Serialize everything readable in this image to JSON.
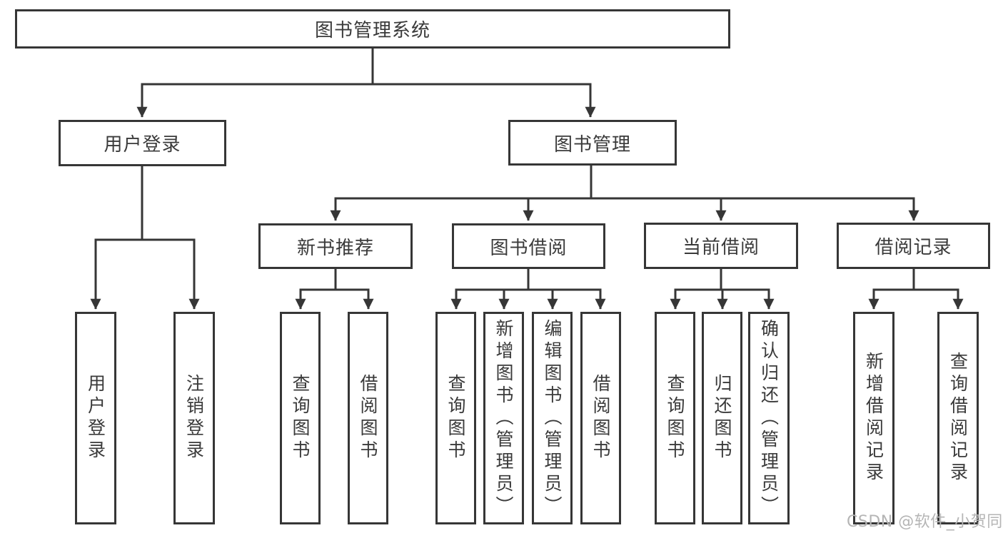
{
  "tree": {
    "root": {
      "label": "图书管理系统"
    },
    "level2": [
      {
        "name": "user-login",
        "label": "用户登录"
      },
      {
        "name": "book-management",
        "label": "图书管理"
      }
    ],
    "level3": [
      {
        "name": "new-book-recommend",
        "parent": "book-management",
        "label": "新书推荐"
      },
      {
        "name": "book-borrow",
        "parent": "book-management",
        "label": "图书借阅"
      },
      {
        "name": "current-borrow",
        "parent": "book-management",
        "label": "当前借阅"
      },
      {
        "name": "borrow-records",
        "parent": "book-management",
        "label": "借阅记录"
      }
    ],
    "leaves": [
      {
        "parent": "user-login",
        "label": "用户登录"
      },
      {
        "parent": "user-login",
        "label": "注销登录"
      },
      {
        "parent": "new-book-recommend",
        "label": "查询图书"
      },
      {
        "parent": "new-book-recommend",
        "label": "借阅图书"
      },
      {
        "parent": "book-borrow",
        "label": "查询图书"
      },
      {
        "parent": "book-borrow",
        "label": "新增图书（管理员）"
      },
      {
        "parent": "book-borrow",
        "label": "编辑图书（管理员）"
      },
      {
        "parent": "book-borrow",
        "label": "借阅图书"
      },
      {
        "parent": "current-borrow",
        "label": "查询图书"
      },
      {
        "parent": "current-borrow",
        "label": "归还图书"
      },
      {
        "parent": "current-borrow",
        "label": "确认归还（管理员）"
      },
      {
        "parent": "borrow-records",
        "label": "新增借阅记录"
      },
      {
        "parent": "borrow-records",
        "label": "查询借阅记录"
      }
    ]
  },
  "watermark": {
    "text": "CSDN @软件_小贺同学"
  },
  "colors": {
    "line": "#363636",
    "text": "#3a3a3a",
    "box_fill": "#ffffff",
    "background": "#ffffff",
    "watermark": "#b5b5b5"
  }
}
